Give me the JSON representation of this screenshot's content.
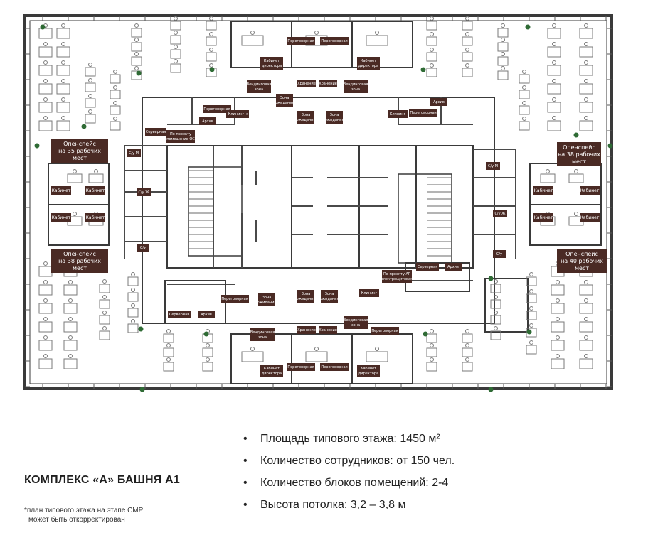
{
  "floor_plan": {
    "rooms": {
      "open_space_nw": [
        "Опенспейс",
        "на 35 рабочих",
        "мест"
      ],
      "open_space_ne": [
        "Опенспейс",
        "на 38 рабочих",
        "мест"
      ],
      "open_space_w": [
        "Опенспейс",
        "на 38 рабочих",
        "мест"
      ],
      "open_space_e": [
        "Опенспейс",
        "на 40 рабочих",
        "мест"
      ],
      "cabinet": "Кабинет",
      "cabinet_director": [
        "Кабинет",
        "директора"
      ],
      "meeting_room": "Переговорная",
      "vending_zone": [
        "Вендинговая",
        "зона"
      ],
      "waiting_zone": [
        "Зона",
        "ожидания"
      ],
      "storage": "Хранение",
      "server_room": "Серверная",
      "archive": "Архив",
      "cleaning": "Клининг",
      "su_f": "С/у Ж",
      "su_m": "С/у М",
      "su": "С/у",
      "per_project": [
        "По проекту",
        "помещение ОС"
      ],
      "per_project_el": [
        "По проекту АГ",
        "электрощитовая"
      ]
    },
    "colors": {
      "label_fill": "#4a2a24",
      "label_text": "#ffffff",
      "wall": "#3a3a3a",
      "furniture": "#7a7a7a",
      "plant": "#2f6b35"
    }
  },
  "title": "КОМПЛЕКС «А» БАШНЯ А1",
  "footnote": [
    "*план типового этажа на этапе СМР",
    "может быть откорректирован"
  ],
  "specs": [
    "Площадь типового этажа: 1450 м²",
    "Количество сотрудников: от 150 чел.",
    "Количество блоков помещений: 2-4",
    "Высота потолка: 3,2 – 3,8 м"
  ]
}
